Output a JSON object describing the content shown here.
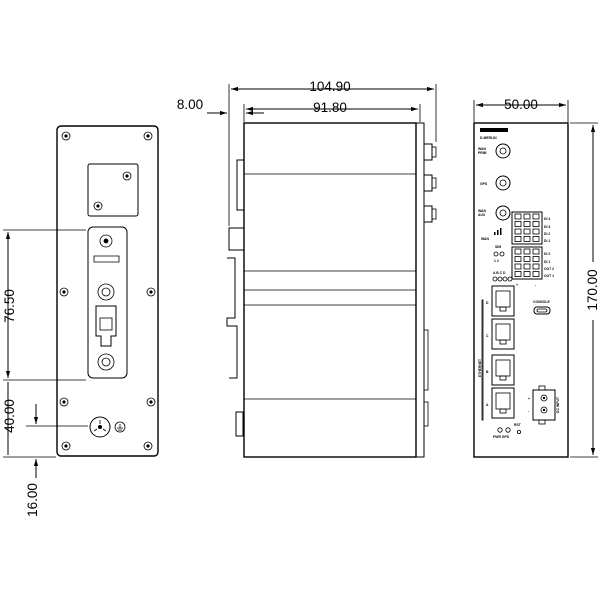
{
  "dimensions": {
    "back": {
      "height_76_50": "76.50",
      "height_40_00": "40.00",
      "height_16_00": "16.00"
    },
    "side": {
      "overall_width": "104.90",
      "body_width": "91.80",
      "offset": "8.00"
    },
    "front": {
      "width": "50.00",
      "height": "170.00"
    }
  },
  "front_labels": {
    "brand": "D-MERLIN",
    "wan_prim": "WAN\nPRIM",
    "gps": "GPS",
    "wan_aux": "WAN\nAUX",
    "wan": "WAN",
    "sim": "SIM",
    "sim_numbers": "1   2",
    "abcd": "A B C D",
    "di4": "DI 4",
    "di3": "DI 3",
    "di2": "DI 2",
    "di1_top": "DI 1",
    "di2b": "DI 2",
    "di1": "DI 1",
    "out2": "OUT 2",
    "out1": "OUT 1",
    "plus": "+",
    "minus": "-",
    "console": "CONSOLE",
    "ethernet": "ETHERNET",
    "port_d": "D",
    "port_c": "C",
    "port_b": "B",
    "port_a": "A",
    "dc_input": "DC INPUT",
    "pwr_gps": "PWR GPS",
    "rst": "RST",
    "dc_plus": "+",
    "dc_minus": "-"
  }
}
